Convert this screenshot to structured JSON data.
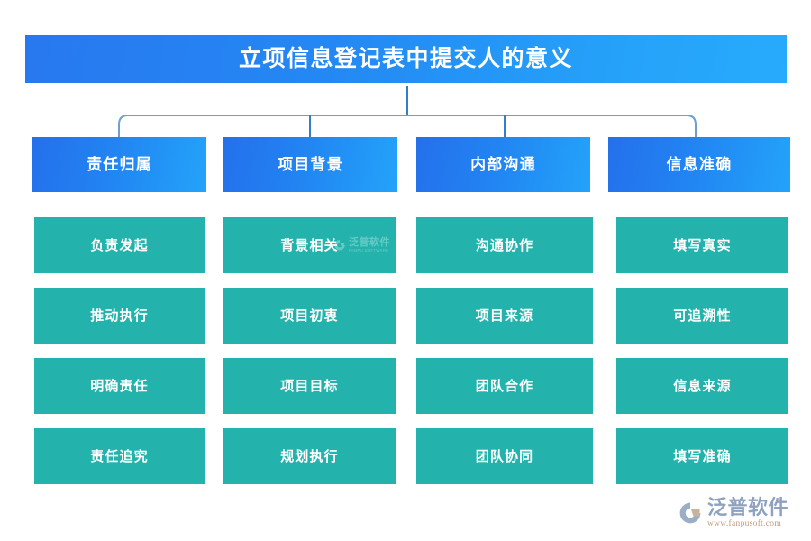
{
  "diagram": {
    "title": "立项信息登记表中提交人的意义",
    "type": "tree-hierarchy",
    "background_color": "#ffffff",
    "title_gradient_from": "#2878ef",
    "title_gradient_to": "#27abfc",
    "header_gradient_from": "#2470ec",
    "header_gradient_to": "#23a3fa",
    "cell_color": "#23b3ac",
    "connector_color": "#2f7fc9",
    "columns": [
      {
        "header": "责任归属",
        "items": [
          "负责发起",
          "推动执行",
          "明确责任",
          "责任追究"
        ]
      },
      {
        "header": "项目背景",
        "items": [
          "背景相关",
          "项目初衷",
          "项目目标",
          "规划执行"
        ]
      },
      {
        "header": "内部沟通",
        "items": [
          "沟通协作",
          "项目来源",
          "团队合作",
          "团队协同"
        ]
      },
      {
        "header": "信息准确",
        "items": [
          "填写真实",
          "可追溯性",
          "信息来源",
          "填写准确"
        ]
      }
    ]
  },
  "watermark": {
    "name": "泛普软件",
    "url": "FANPU SOFTWARE"
  },
  "logo": {
    "name": "泛普软件",
    "url": "www.fanpusoft.com",
    "name_color": "#8ea2c0",
    "url_color": "#c49a7e"
  }
}
